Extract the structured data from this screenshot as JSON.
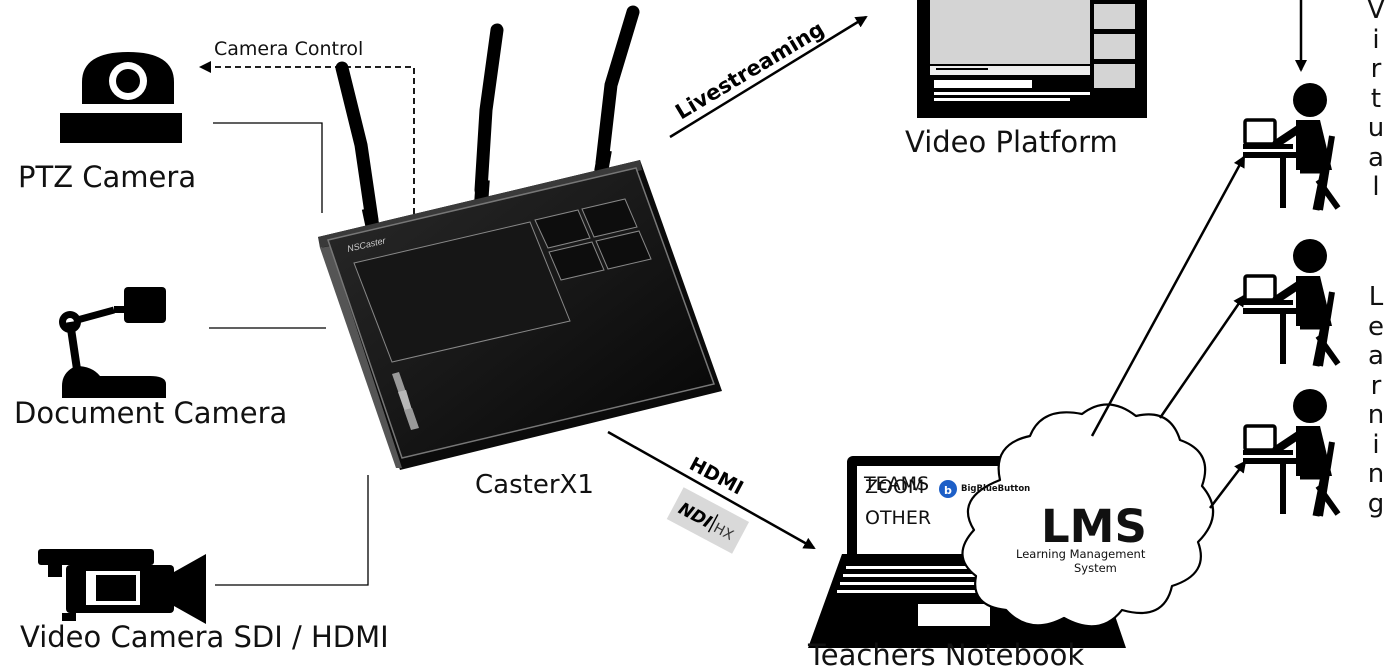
{
  "labels": {
    "camera_control": "Camera Control",
    "ptz_camera": "PTZ Camera",
    "document_camera": "Document Camera",
    "video_camera": "Video Camera SDI / HDMI",
    "caster": "CasterX1",
    "device_brand": "NSCaster",
    "livestreaming": "Livestreaming",
    "video_platform": "Video Platform",
    "hdmi": "HDMI",
    "ndi": "NDI",
    "hx": "HX",
    "teachers_notebook": "Teachers Notebook",
    "apps": [
      "TEAMS",
      "ZOOM",
      "OTHER"
    ],
    "bigbluebutton": "BigBlueButton",
    "lms": "LMS",
    "lms_line1": "Learning Management",
    "lms_line2": "System"
  },
  "vertical_text": {
    "word1": [
      "V",
      "i",
      "r",
      "t",
      "u",
      "a",
      "l"
    ],
    "word2": [
      "L",
      "e",
      "a",
      "r",
      "n",
      "i",
      "n",
      "g"
    ]
  },
  "colors": {
    "ink": "#000000",
    "background": "#ffffff",
    "ndi_badge": "#d9d9d9"
  }
}
